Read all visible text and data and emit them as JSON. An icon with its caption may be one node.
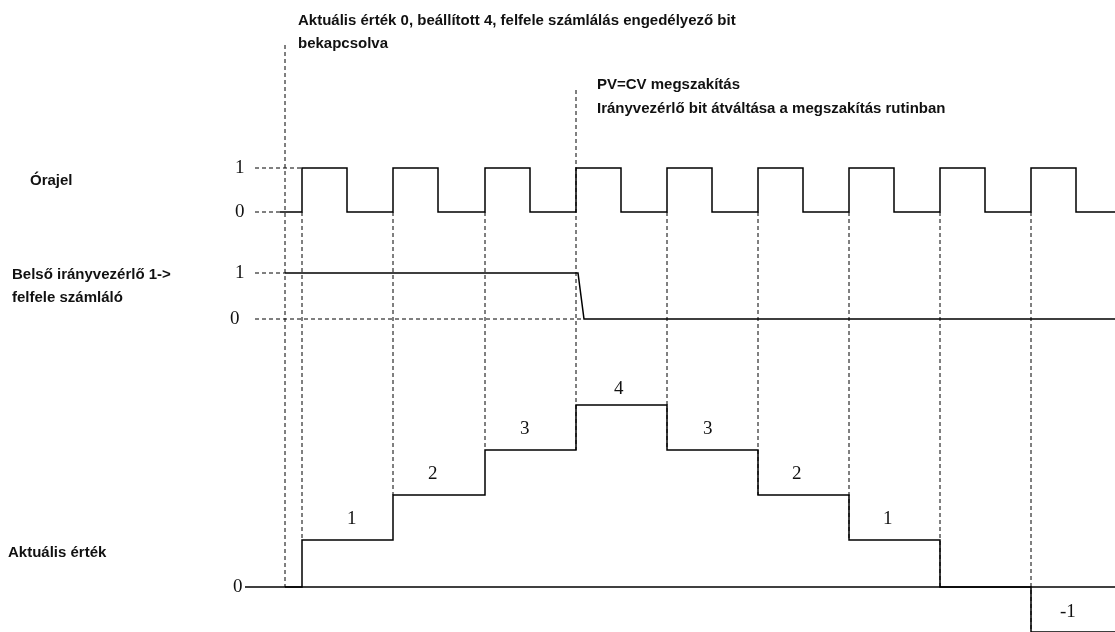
{
  "diagram": {
    "labels": [
      "Aktuális érték 0, beállított 4, felfele számlálás engedélyező bit bekapcsolva",
      "PV=CV megszakítás",
      "Irányvezérlő bit átváltása a megszakítás rutinban",
      "Órajel",
      "1",
      "0",
      "Belső irányvezérlő 1-> felfele számláló",
      "1",
      "0",
      "1",
      "2",
      "3",
      "4",
      "3",
      "2",
      "1",
      "Aktuális érték",
      "0",
      "-1"
    ]
  }
}
